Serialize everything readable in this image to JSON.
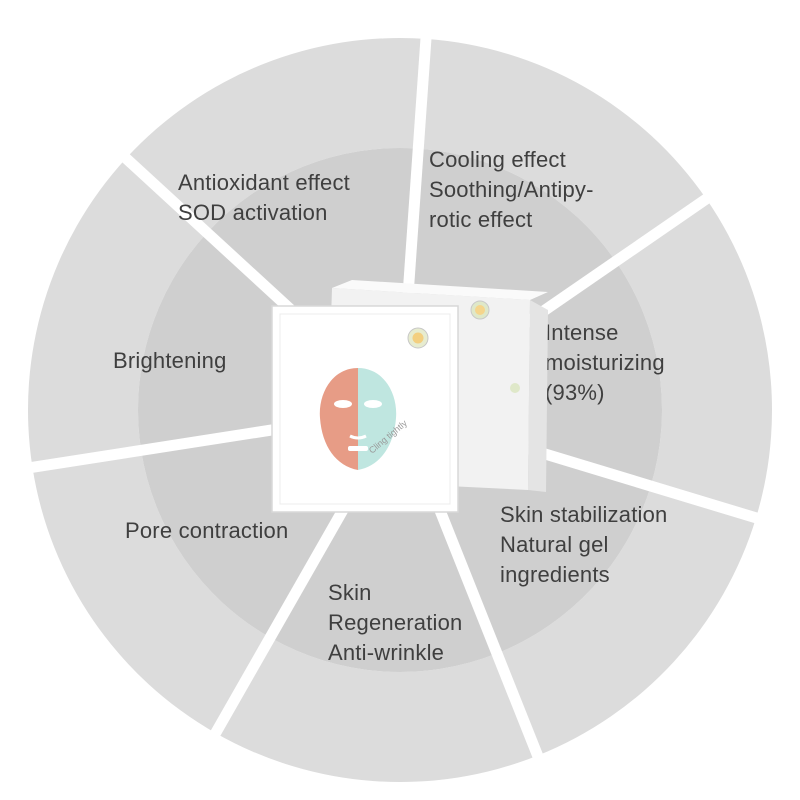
{
  "diagram": {
    "colors": {
      "ring_outer": "#dcdcdc",
      "ring_inner": "#cfcfcf",
      "text": "#3f3f3f",
      "mask_left": "#e79c86",
      "mask_right": "#bfe6e0"
    },
    "segments": [
      {
        "id": "cooling",
        "lines": [
          "Cooling effect",
          "Soothing/Antipy-",
          "rotic effect"
        ]
      },
      {
        "id": "moisturizing",
        "lines": [
          "Intense",
          "moisturizing",
          "(93%)"
        ]
      },
      {
        "id": "stabilization",
        "lines": [
          "Skin stabilization",
          "Natural gel",
          "ingredients"
        ]
      },
      {
        "id": "regeneration",
        "lines": [
          "Skin",
          "Regeneration",
          "Anti-wrinkle"
        ]
      },
      {
        "id": "pore",
        "lines": [
          "Pore contraction"
        ]
      },
      {
        "id": "brightening",
        "lines": [
          "Brightening"
        ]
      },
      {
        "id": "antioxidant",
        "lines": [
          "Antioxidant effect",
          "SOD activation"
        ]
      }
    ],
    "product": {
      "icon": "hologram-seal-icon",
      "pouch_text": "Cling tightly"
    }
  }
}
